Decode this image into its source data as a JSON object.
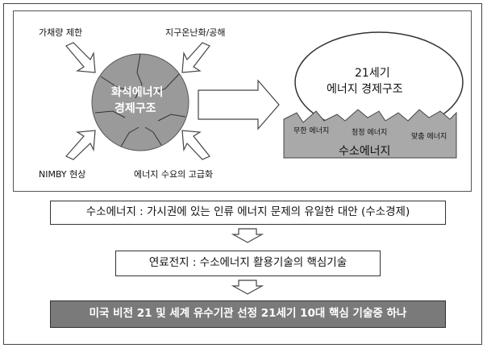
{
  "left_cluster": {
    "top_left_label": "가채량 제한",
    "top_right_label": "지구온난화/공해",
    "bottom_left_label": "NIMBY 현상",
    "bottom_right_label": "에너지 수요의 고급화",
    "center_line1": "화석에너지",
    "center_line2": "경제구조"
  },
  "right_cluster": {
    "bubble_line1": "21세기",
    "bubble_line2": "에너지 경제구조",
    "sub_label_1": "무한 에너지",
    "sub_label_2": "청정 에너지",
    "sub_label_3": "맞춤 에너지",
    "base_label": "수소에너지"
  },
  "flow": {
    "box1": "수소에너지 : 가시권에 있는 인류 에너지 문제의 유일한 대안 (수소경제)",
    "box2": "연료전지 : 수소에너지 활용기술의 핵심기술",
    "box3": "미국 비전 21 및 세계 유수기관 선정 21세기 10대 핵심 기술중 하나"
  }
}
